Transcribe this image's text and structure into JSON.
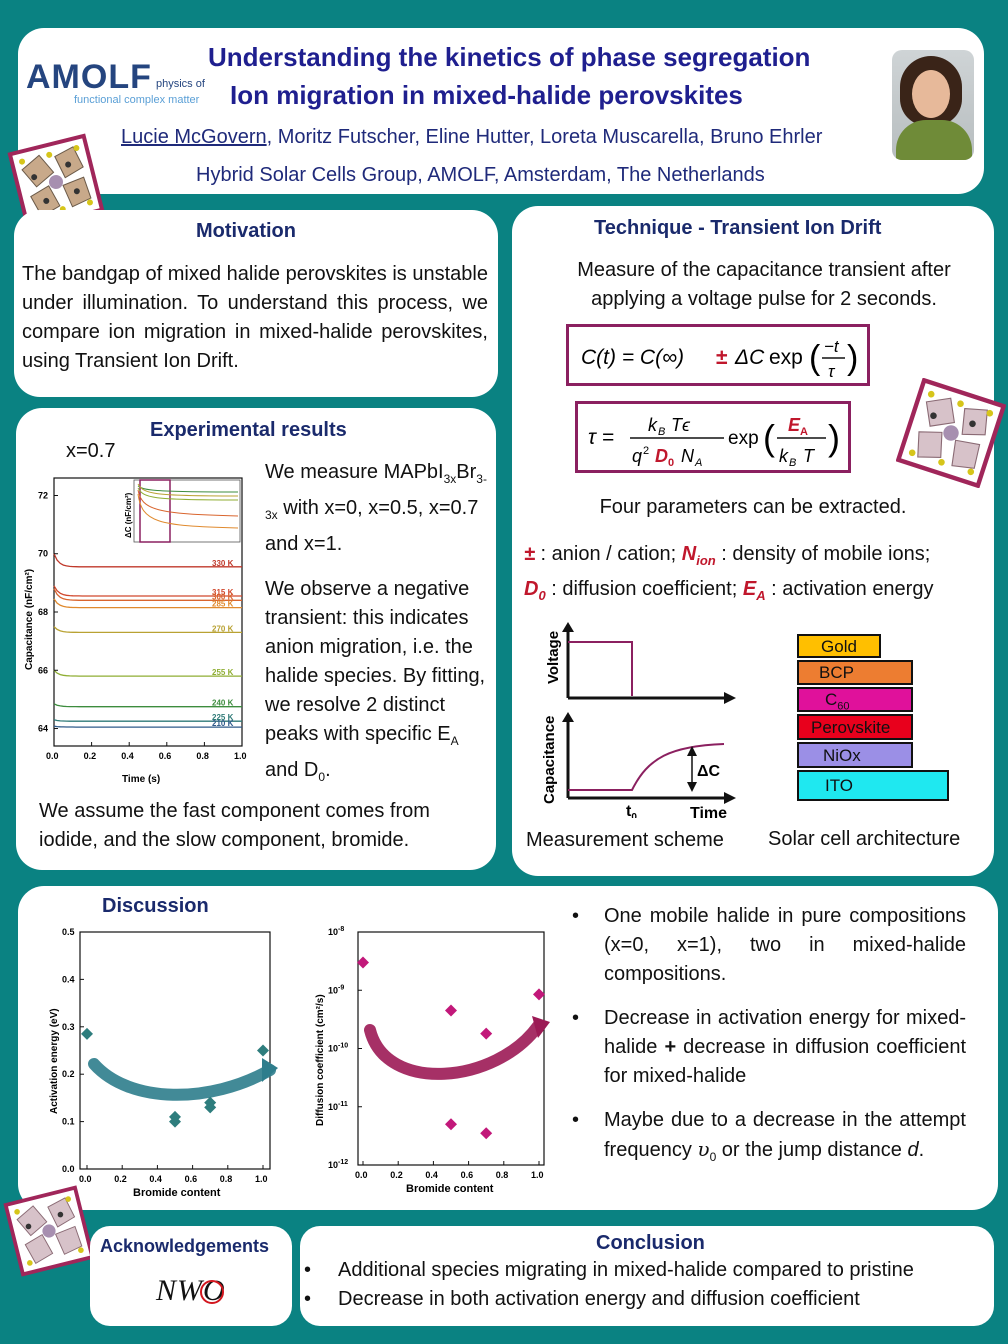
{
  "header": {
    "logo_text": "AMOLF",
    "logo_sub1": "physics of",
    "logo_sub2": "functional complex matter",
    "title_line1": "Understanding the kinetics of phase segregation",
    "title_line2": "Ion migration in mixed-halide perovskites",
    "first_author": "Lucie McGovern",
    "other_authors": ", Moritz Futscher, Eline Hutter, Loreta Muscarella, Bruno Ehrler",
    "affiliation": "Hybrid Solar Cells Group, AMOLF, Amsterdam, The Netherlands"
  },
  "motivation": {
    "title": "Motivation",
    "text": "The bandgap of mixed halide perovskites is unstable under illumination. To understand this process, we compare ion migration in mixed-halide perovskites, using Transient Ion Drift."
  },
  "technique": {
    "title": "Technique - Transient Ion Drift",
    "intro": "Measure of the capacitance transient after applying a voltage pulse for 2 seconds.",
    "four_params": "Four parameters can be extracted.",
    "legend_pm_sym": "±",
    "legend_pm": " : anion / cation; ",
    "legend_nion_sym": "N",
    "legend_nion_sub": "ion",
    "legend_nion": " : density of mobile ions;",
    "legend_d0_sym": "D",
    "legend_d0_sub": "0",
    "legend_d0": " : diffusion coefficient; ",
    "legend_ea_sym": "E",
    "legend_ea_sub": "A",
    "legend_ea": " : activation energy",
    "scheme_caption": "Measurement scheme",
    "arch_caption": "Solar cell architecture",
    "scheme_voltage": "Voltage",
    "scheme_capacitance": "Capacitance",
    "scheme_dc": "ΔC",
    "scheme_t0": "t",
    "scheme_t0_sub": "0",
    "scheme_time": "Time",
    "layers": [
      {
        "label": "Gold",
        "color": "#ffbf00"
      },
      {
        "label": "BCP",
        "color": "#ed7d31"
      },
      {
        "label": "C",
        "sub": "60",
        "color": "#e0119b"
      },
      {
        "label": "Perovskite",
        "color": "#e8001c"
      },
      {
        "label": "NiOx",
        "color": "#9b8fe6"
      },
      {
        "label": "ITO",
        "color": "#1fe8f0"
      }
    ]
  },
  "experimental": {
    "title": "Experimental results",
    "x_label": "x=0.7",
    "p1_a": "We measure MAPbI",
    "p1_sub1": "3x",
    "p1_b": "Br",
    "p1_sub2": "3-3x",
    "p1_c": " with x=0, x=0.5, x=0.7 and x=1.",
    "p2_a": "We observe a negative transient: this indicates anion migration, i.e. the halide species. By fitting, we resolve 2 distinct peaks with specific E",
    "p2_sub1": "A",
    "p2_b": " and D",
    "p2_sub2": "0",
    "p2_c": ".",
    "p3": "We assume the fast component comes from iodide, and the slow component, bromide."
  },
  "discussion": {
    "title": "Discussion",
    "b1": "One mobile halide in pure compositions (x=0, x=1), two in mixed-halide compositions.",
    "b2_a": "Decrease in activation energy for mixed-halide ",
    "b2_plus": "+",
    "b2_b": " decrease in diffusion coefficient for mixed-halide",
    "b3_a": "Maybe due to a decrease in the attempt frequency ",
    "b3_nu": "υ",
    "b3_sub": "0",
    "b3_b": " or the jump distance ",
    "b3_d": "d",
    "b3_c": "."
  },
  "acknowledgements": {
    "title": "Acknowledgements",
    "logo": "NWO"
  },
  "conclusion": {
    "title": "Conclusion",
    "items": [
      "Additional species migrating in mixed-halide compared to pristine",
      "Decrease in both activation energy and diffusion coefficient"
    ]
  },
  "chart_data": [
    {
      "type": "line",
      "title": "",
      "xlabel": "Time (s)",
      "ylabel": "Capacitance (nF/cm²)",
      "xlim": [
        0,
        1.0
      ],
      "ylim": [
        63.4,
        72.6
      ],
      "x_ticks": [
        "0.0",
        "0.2",
        "0.4",
        "0.6",
        "0.8",
        "1.0"
      ],
      "y_ticks": [
        "64",
        "66",
        "68",
        "70",
        "72"
      ],
      "inset_ylabel": "ΔC (nF/cm²)",
      "series": [
        {
          "name": "330 K",
          "start": 70.0,
          "plateau": 69.55,
          "color": "#c0392b"
        },
        {
          "name": "315 K",
          "start": 68.9,
          "plateau": 68.55,
          "color": "#d1472c"
        },
        {
          "name": "300 K",
          "start": 68.8,
          "plateau": 68.4,
          "color": "#d9652e"
        },
        {
          "name": "285 K",
          "start": 68.45,
          "plateau": 68.15,
          "color": "#e08a2e"
        },
        {
          "name": "270 K",
          "start": 67.5,
          "plateau": 67.3,
          "color": "#b9a233"
        },
        {
          "name": "255 K",
          "start": 66.0,
          "plateau": 65.8,
          "color": "#8fae33"
        },
        {
          "name": "240 K",
          "start": 64.85,
          "plateau": 64.75,
          "color": "#3d8c3e"
        },
        {
          "name": "225 K",
          "start": 64.3,
          "plateau": 64.25,
          "color": "#2f7a77"
        },
        {
          "name": "210 K",
          "start": 64.08,
          "plateau": 64.05,
          "color": "#2f5a8a"
        }
      ]
    },
    {
      "type": "scatter",
      "title": "",
      "xlabel": "Bromide content",
      "ylabel": "Activation energy (eV)",
      "xlim": [
        0,
        1.0
      ],
      "ylim": [
        0,
        0.5
      ],
      "x_ticks": [
        "0.0",
        "0.2",
        "0.4",
        "0.6",
        "0.8",
        "1.0"
      ],
      "y_ticks": [
        "0.0",
        "0.1",
        "0.2",
        "0.3",
        "0.4",
        "0.5"
      ],
      "color": "#2e7d7d",
      "points": [
        [
          0.0,
          0.285
        ],
        [
          0.5,
          0.11
        ],
        [
          0.5,
          0.1
        ],
        [
          0.7,
          0.14
        ],
        [
          0.7,
          0.13
        ],
        [
          1.0,
          0.25
        ]
      ]
    },
    {
      "type": "scatter",
      "title": "",
      "xlabel": "Bromide content",
      "ylabel": "Diffusion coefficient (cm²/s)",
      "xlim": [
        0,
        1.0
      ],
      "ylim": [
        1e-12,
        1e-08
      ],
      "yscale": "log",
      "x_ticks": [
        "0.0",
        "0.2",
        "0.4",
        "0.6",
        "0.8",
        "1.0"
      ],
      "y_ticks": [
        "10-12",
        "10-11",
        "10-10",
        "10-9",
        "10-8"
      ],
      "color": "#c2187a",
      "points": [
        [
          0.0,
          3e-09
        ],
        [
          0.5,
          4.5e-10
        ],
        [
          0.7,
          1.8e-10
        ],
        [
          1.0,
          8.5e-10
        ],
        [
          0.5,
          5e-12
        ],
        [
          0.7,
          3.5e-12
        ]
      ]
    }
  ]
}
